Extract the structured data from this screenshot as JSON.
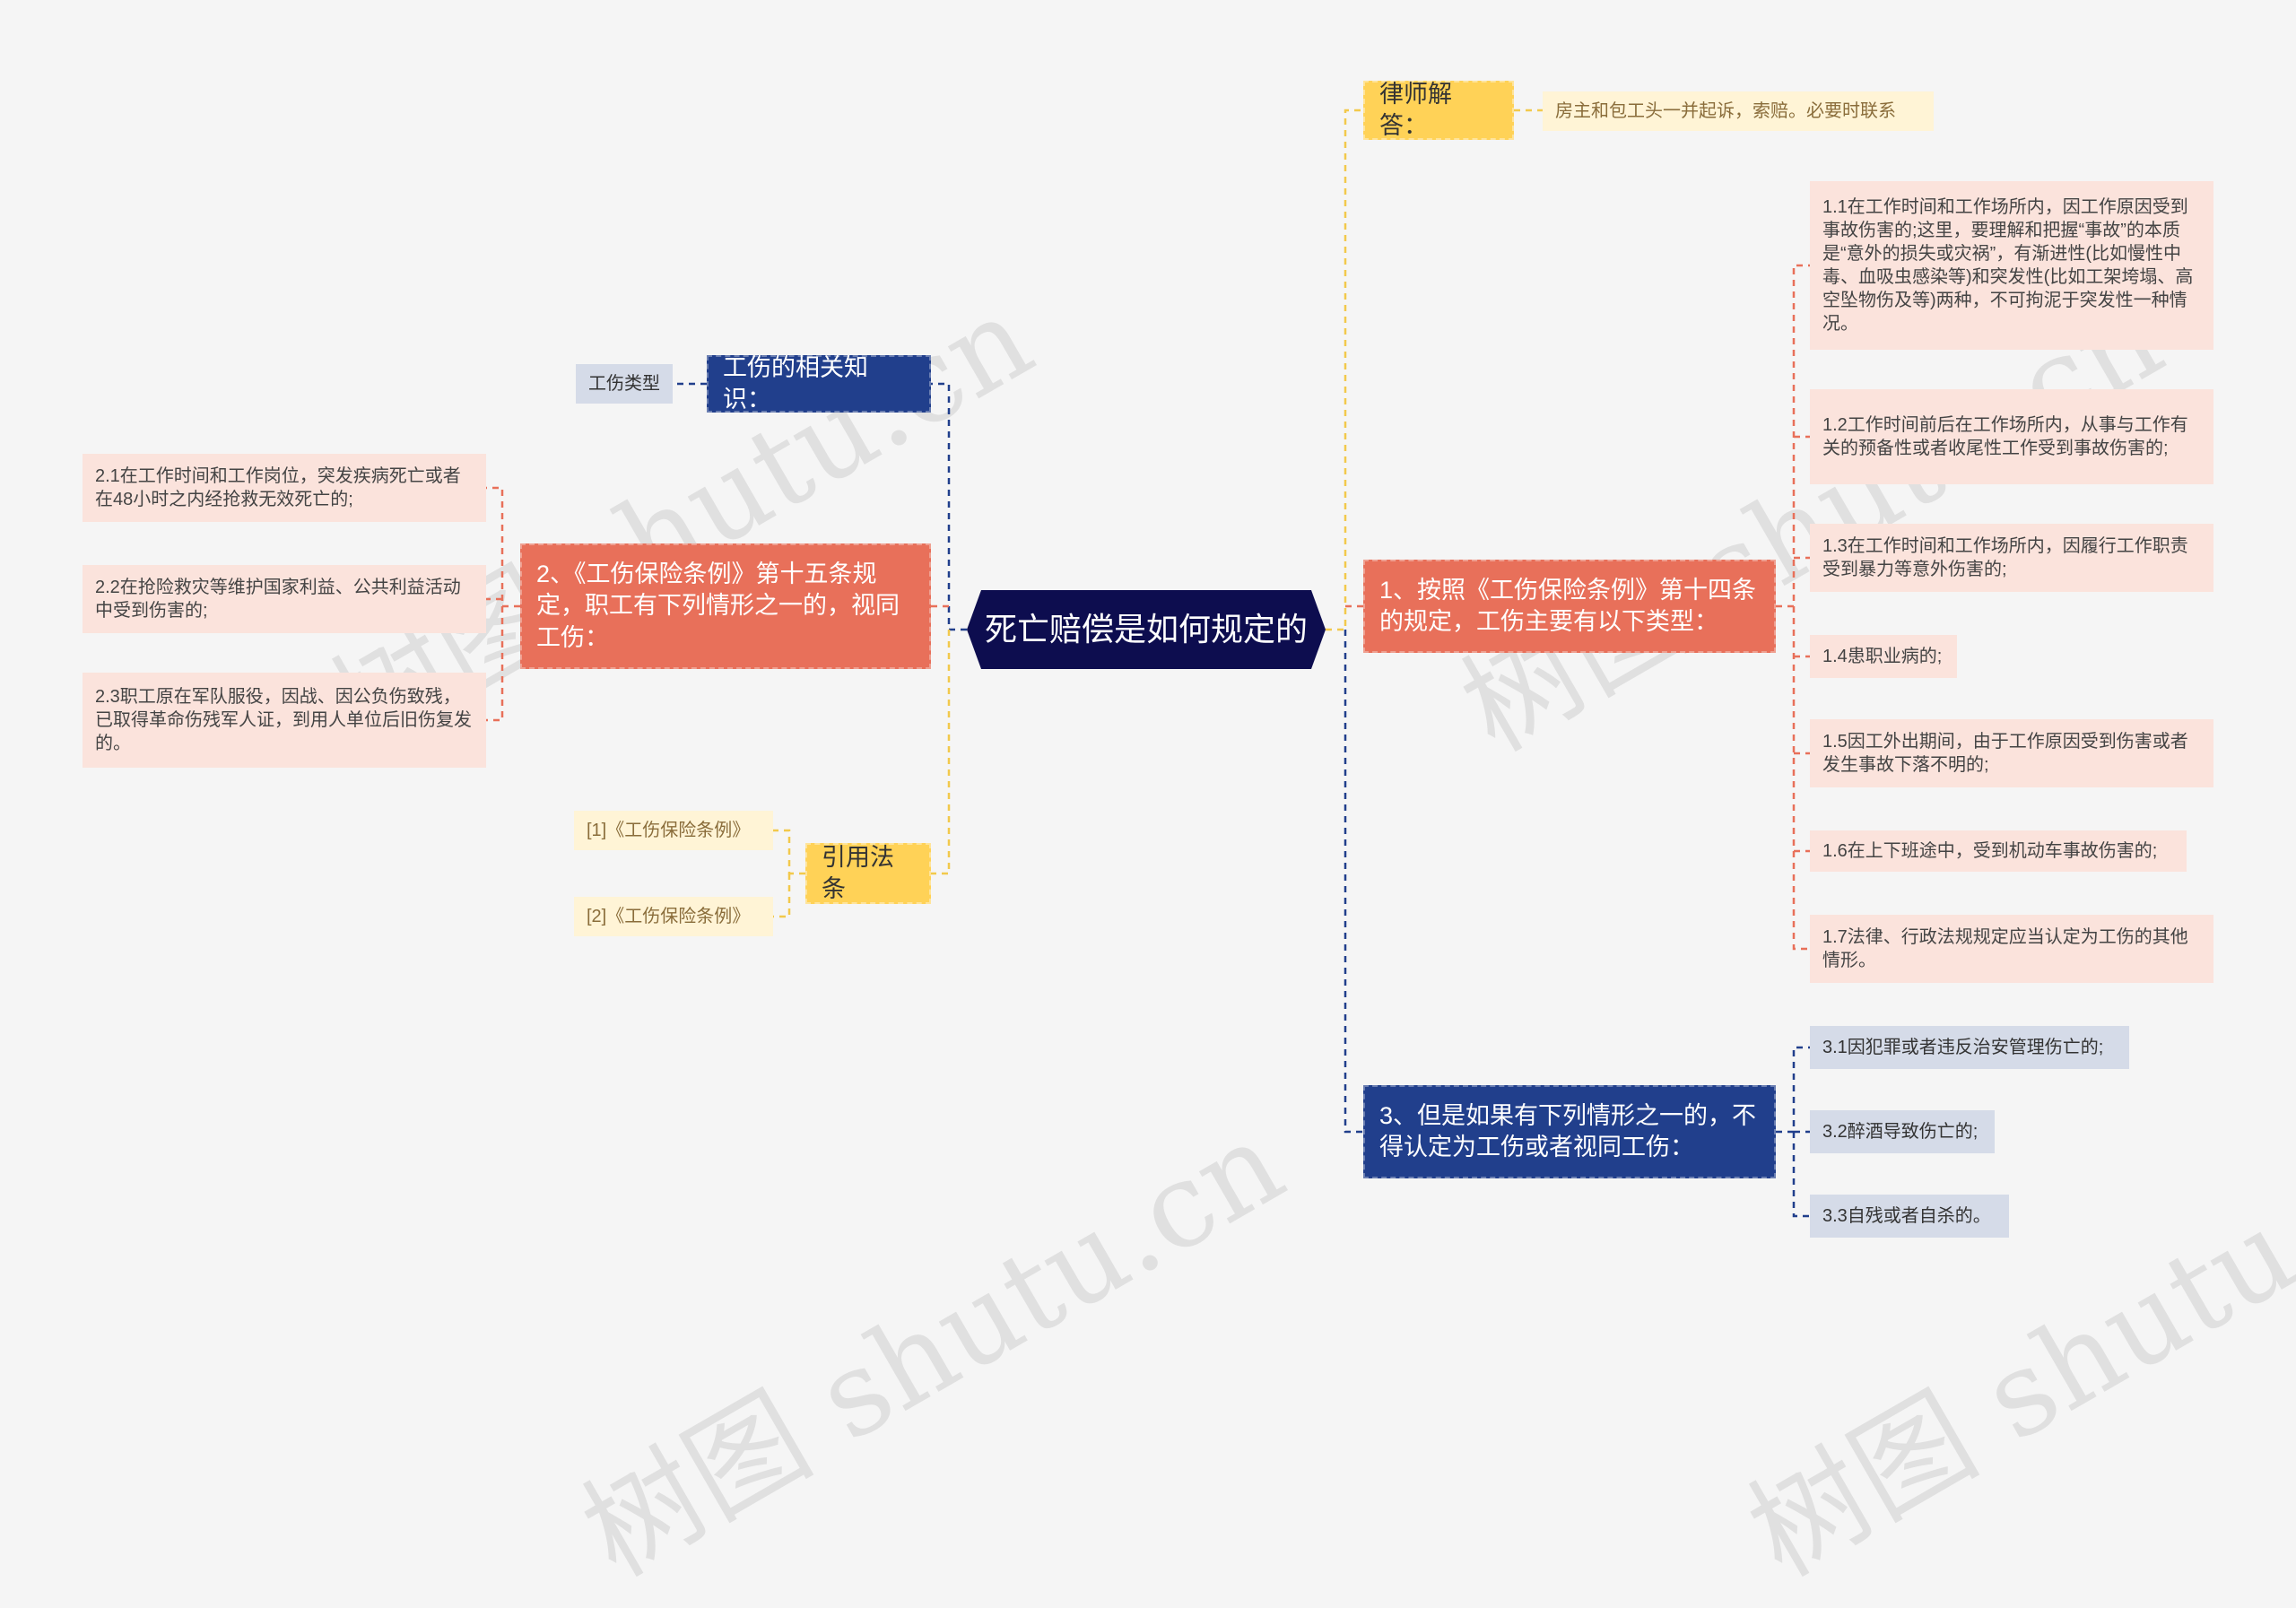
{
  "root": {
    "label": "死亡赔偿是如何规定的"
  },
  "left": {
    "knowledge": {
      "label": "工伤的相关知识：",
      "child": "工伤类型"
    },
    "regulation15": {
      "label": "2、《工伤保险条例》第十五条规定，职工有下列情形之一的，视同工伤：",
      "items": [
        "2.1在工作时间和工作岗位，突发疾病死亡或者在48小时之内经抢救无效死亡的;",
        "2.2在抢险救灾等维护国家利益、公共利益活动中受到伤害的;",
        "2.3职工原在军队服役，因战、因公负伤致残，已取得革命伤残军人证，到用人单位后旧伤复发的。"
      ]
    },
    "citations": {
      "label": "引用法条",
      "items": [
        "[1]《工伤保险条例》",
        "[2]《工伤保险条例》"
      ]
    }
  },
  "right": {
    "lawyer": {
      "label": "律师解答：",
      "answer": "房主和包工头一并起诉，索赔。必要时联系"
    },
    "regulation14": {
      "label": "1、按照《工伤保险条例》第十四条的规定，工伤主要有以下类型：",
      "items": [
        "1.1在工作时间和工作场所内，因工作原因受到事故伤害的;这里，要理解和把握“事故”的本质是“意外的损失或灾祸”，有渐进性(比如慢性中毒、血吸虫感染等)和突发性(比如工架垮塌、高空坠物伤及等)两种，不可拘泥于突发性一种情况。",
        "1.2工作时间前后在工作场所内，从事与工作有关的预备性或者收尾性工作受到事故伤害的;",
        "1.3在工作时间和工作场所内，因履行工作职责受到暴力等意外伤害的;",
        "1.4患职业病的;",
        "1.5因工外出期间，由于工作原因受到伤害或者发生事故下落不明的;",
        "1.6在上下班途中，受到机动车事故伤害的;",
        "1.7法律、行政法规规定应当认定为工伤的其他情形。"
      ]
    },
    "exclusions": {
      "label": "3、但是如果有下列情形之一的，不得认定为工伤或者视同工伤：",
      "items": [
        "3.1因犯罪或者违反治安管理伤亡的;",
        "3.2醉酒导致伤亡的;",
        "3.3自残或者自杀的。"
      ]
    }
  },
  "watermark": "树图 shutu.cn",
  "colors": {
    "root": "#0d0d4f",
    "yellow": "#ffd257",
    "red": "#e8705a",
    "blue": "#213f8c",
    "pink_leaf": "#fbe3dc",
    "yellow_leaf": "#fff4d6",
    "blue_leaf": "#d5dbe8"
  }
}
